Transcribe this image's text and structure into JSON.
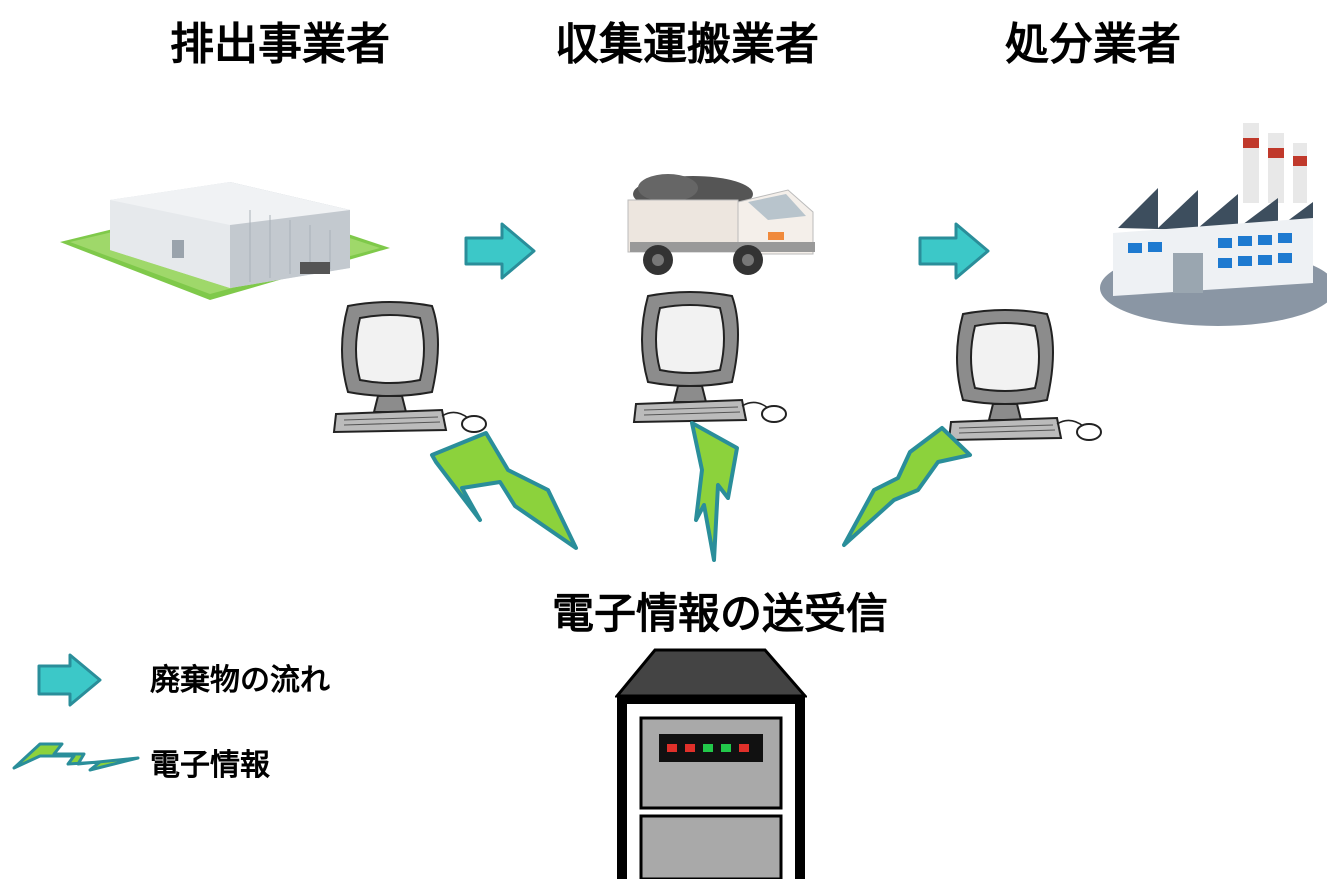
{
  "headers": {
    "emitter": "排出事業者",
    "transporter": "収集運搬業者",
    "disposer": "処分業者"
  },
  "center_label": "電子情報の送受信",
  "legend": {
    "waste_flow": "廃棄物の流れ",
    "electronic_info": "電子情報"
  },
  "colors": {
    "arrow_fill": "#3cc8c8",
    "arrow_stroke": "#2a8e9a",
    "bolt_fill": "#8cd23c",
    "bolt_stroke": "#2a8e9a"
  }
}
